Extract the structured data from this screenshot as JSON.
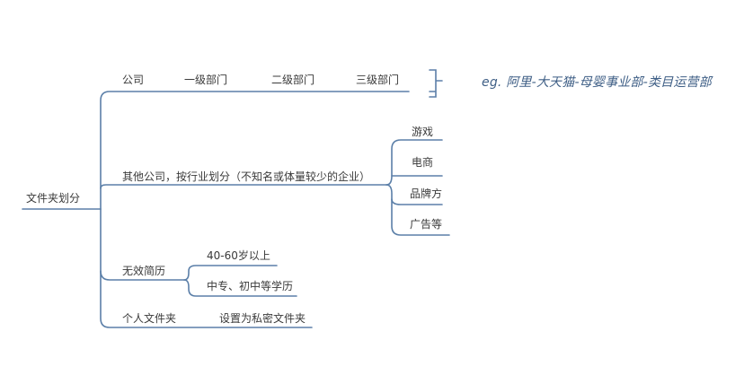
{
  "colors": {
    "line": "#5b7fa8",
    "text": "#3a3a3a",
    "note": "#3f5f86"
  },
  "root": {
    "label": "文件夹划分"
  },
  "branch_company": {
    "label": "公司",
    "level1": "一级部门",
    "level2": "二级部门",
    "level3": "三级部门",
    "example": "eg. 阿里-大天猫-母婴事业部-类目运营部"
  },
  "branch_industry": {
    "label": "其他公司，按行业划分（不知名或体量较少的企业）",
    "children": [
      "游戏",
      "电商",
      "品牌方",
      "广告等"
    ]
  },
  "branch_invalid": {
    "label": "无效简历",
    "children": [
      "40-60岁以上",
      "中专、初中等学历"
    ]
  },
  "branch_personal": {
    "label": "个人文件夹",
    "child": "设置为私密文件夹"
  }
}
